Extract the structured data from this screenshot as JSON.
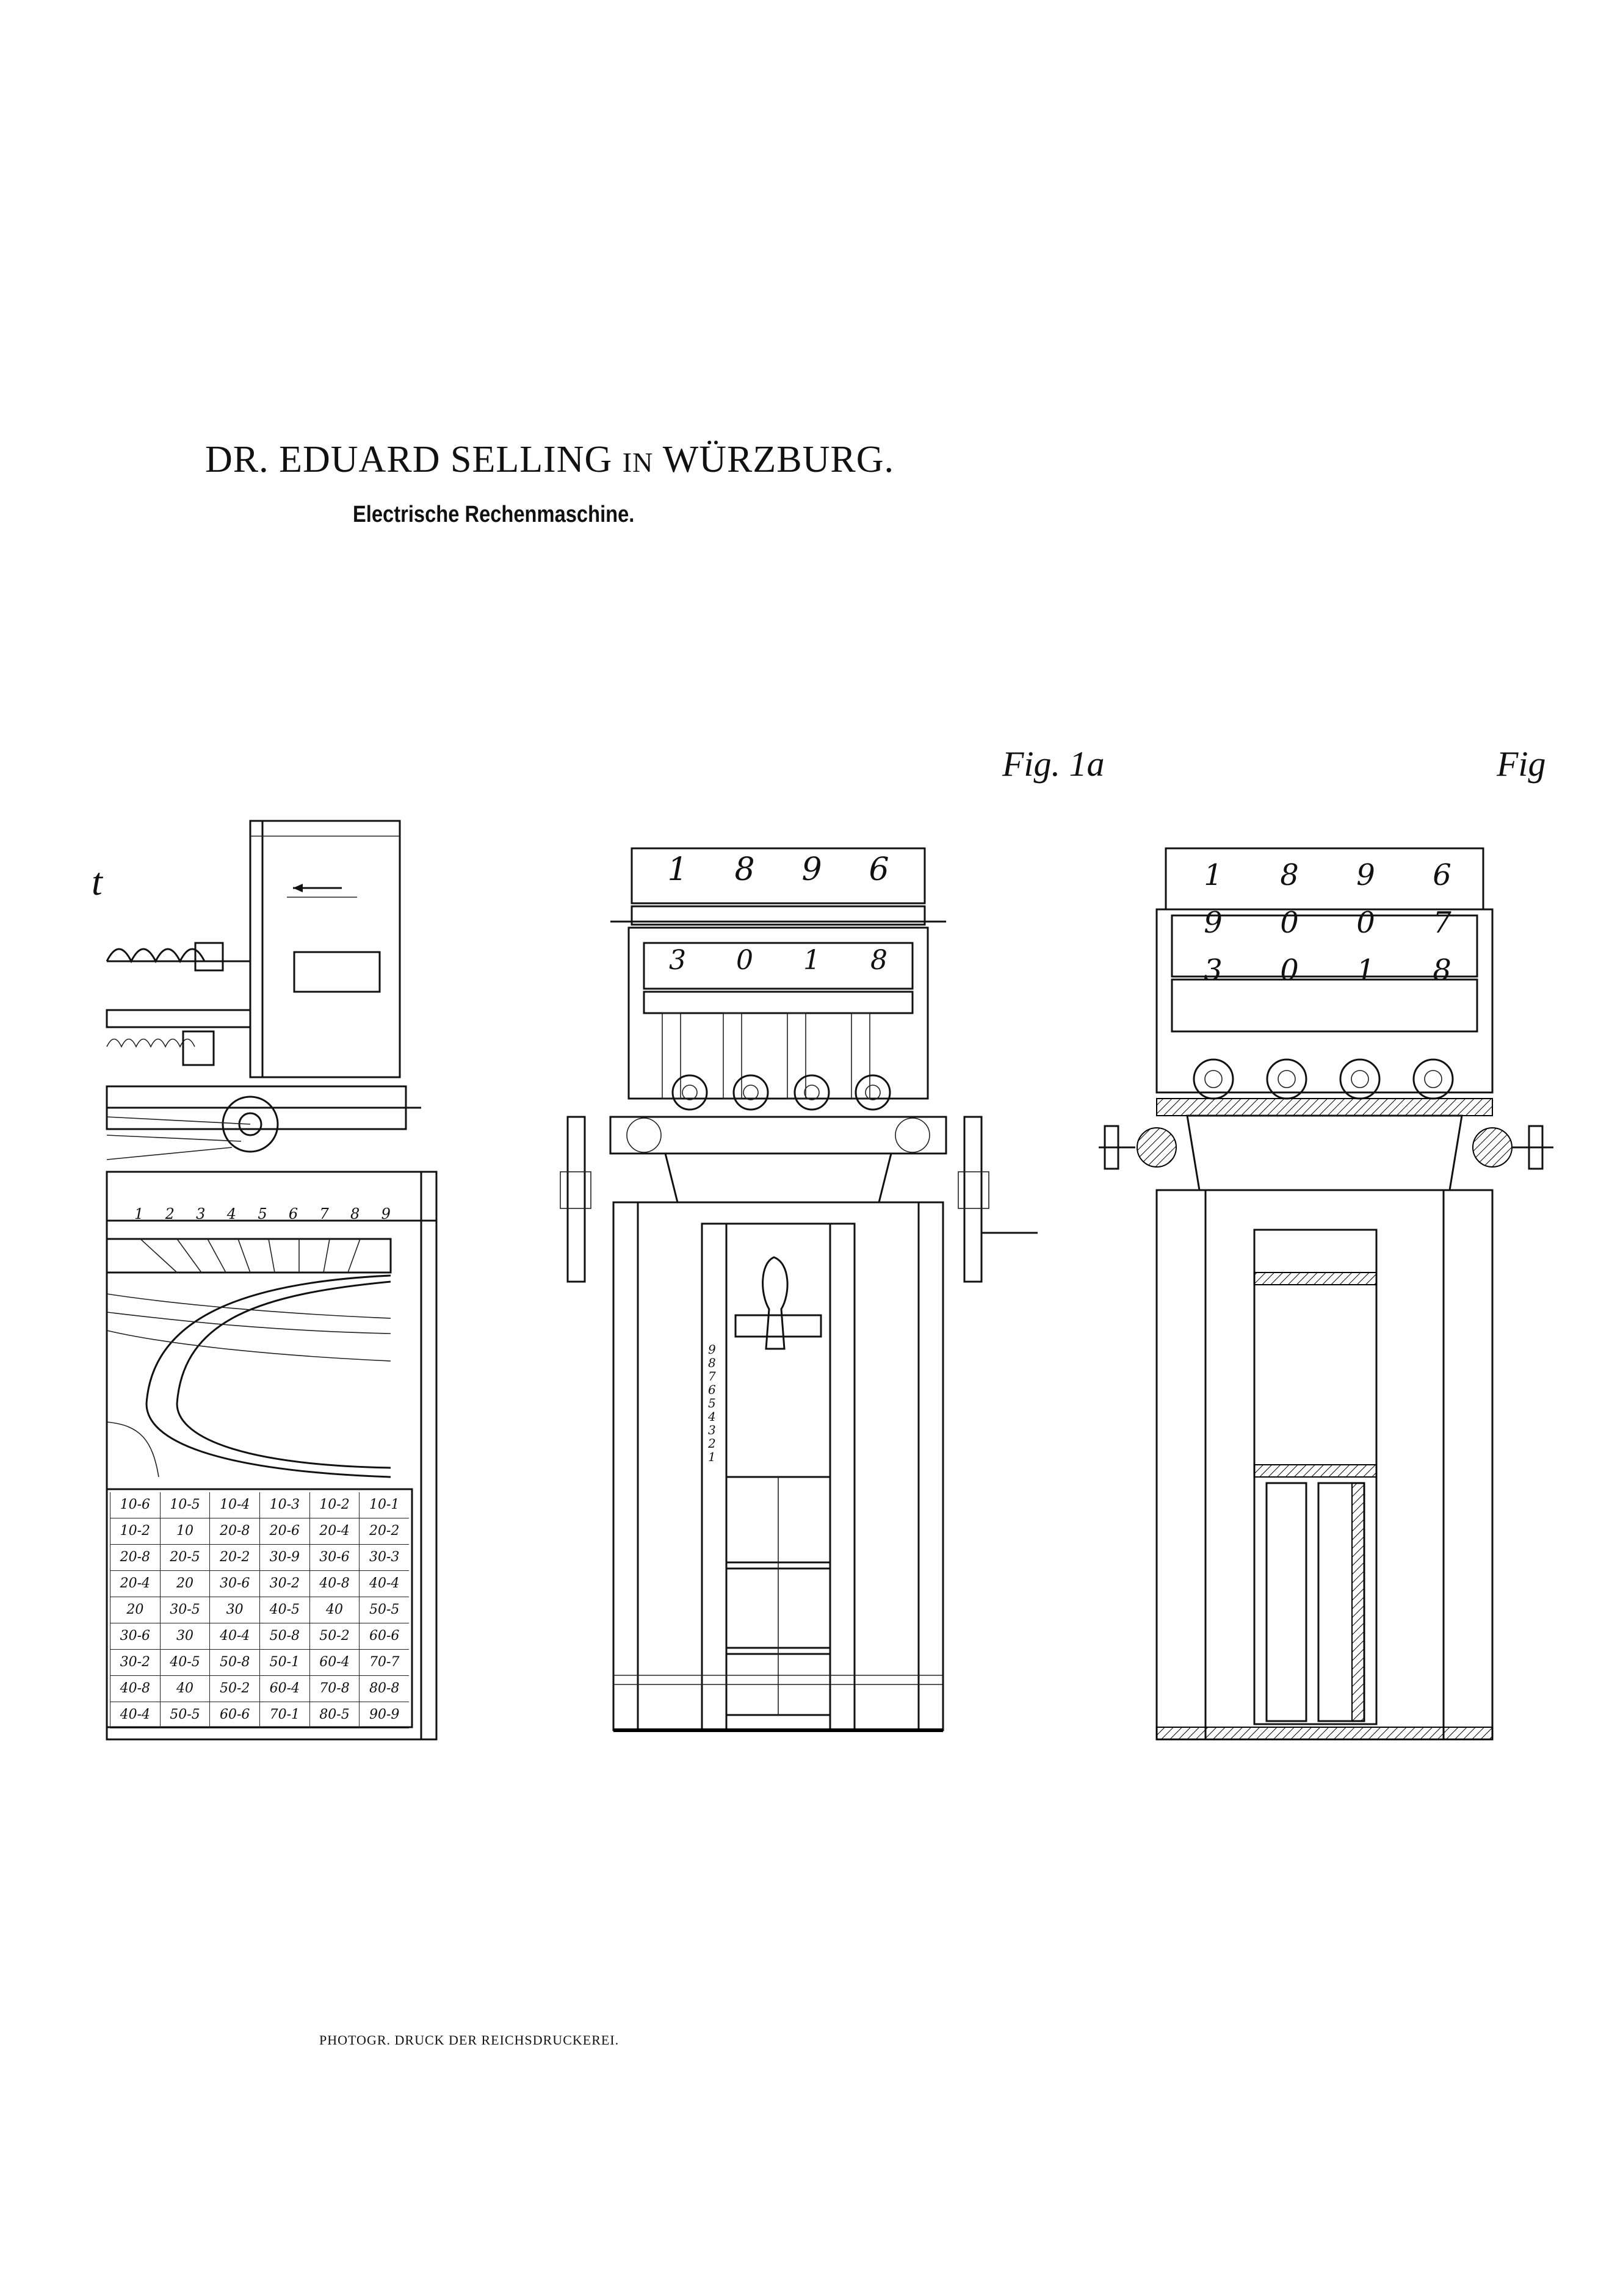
{
  "header": {
    "title_prefix": "DR.",
    "title_name": "EDUARD SELLING",
    "title_in": "IN",
    "title_city": "WÜRZBURG.",
    "subtitle": "Electrische Rechenmaschine."
  },
  "figures": {
    "fig_left_label": "t",
    "fig_middle_label": "Fig. 1a",
    "fig_right_label": "Fig"
  },
  "table": {
    "rows": [
      [
        "10-6",
        "10-5",
        "10-4",
        "10-3",
        "10-2",
        "10-1"
      ],
      [
        "10-2",
        "10",
        "20-8",
        "20-6",
        "20-4",
        "20-2"
      ],
      [
        "20-8",
        "20-5",
        "20-2",
        "30-9",
        "30-6",
        "30-3"
      ],
      [
        "20-4",
        "20",
        "30-6",
        "30-2",
        "40-8",
        "40-4"
      ],
      [
        "20",
        "30-5",
        "30",
        "40-5",
        "40",
        "50-5"
      ],
      [
        "30-6",
        "30",
        "40-4",
        "50-8",
        "50-2",
        "60-6"
      ],
      [
        "30-2",
        "40-5",
        "50-8",
        "50-1",
        "60-4",
        "70-7"
      ],
      [
        "40-8",
        "40",
        "50-2",
        "60-4",
        "70-8",
        "80-8"
      ],
      [
        "40-4",
        "50-5",
        "60-6",
        "70-1",
        "80-5",
        "90-9"
      ]
    ]
  },
  "register_digits": {
    "middle_top": [
      "1",
      "8",
      "9",
      "6"
    ],
    "middle_second": [
      "3",
      "0",
      "1",
      "8"
    ],
    "right_rows": [
      [
        "1",
        "8",
        "9",
        "6"
      ],
      [
        "9",
        "0",
        "0",
        "7"
      ],
      [
        "3",
        "0",
        "1",
        "8"
      ]
    ]
  },
  "scale_numbers": [
    "1",
    "2",
    "3",
    "4",
    "5",
    "6",
    "7",
    "8",
    "9"
  ],
  "footer": "PHOTOGR. DRUCK DER REICHSDRUCKEREI."
}
